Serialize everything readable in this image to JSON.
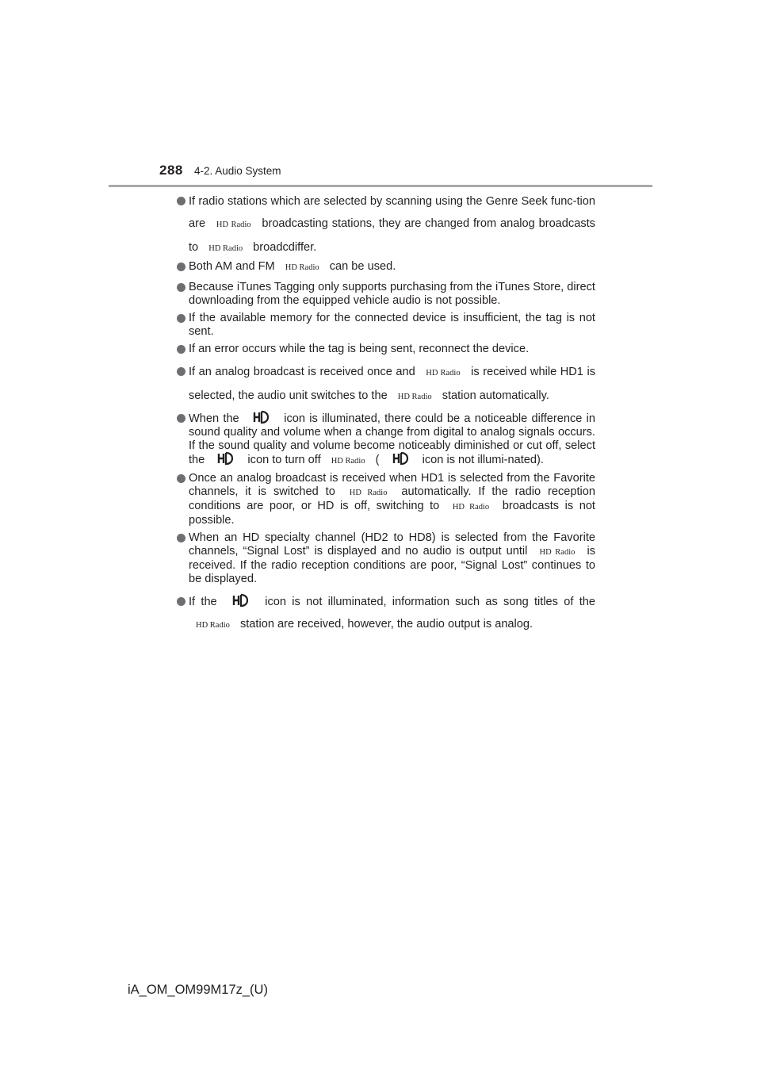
{
  "header": {
    "page_number": "288",
    "section": "4-2. Audio System"
  },
  "hd_radio": "HD Radio",
  "bullets": [
    {
      "t1": "If radio stations which are selected by scanning using the Genre Seek func-tion are",
      "t2": "broadcasting stations, they are changed from analog broadcasts to",
      "t3": "broadcdiffer."
    },
    {
      "t1": "Both AM and FM",
      "t2": "can be used."
    },
    {
      "t1": "Because iTunes Tagging only supports purchasing from the iTunes Store, direct downloading from the equipped vehicle audio is not possible."
    },
    {
      "t1": "If the available memory for the connected device is insufficient, the tag is not sent."
    },
    {
      "t1": "If an error occurs while the tag is being sent, reconnect the device."
    },
    {
      "t1": "If an analog broadcast is received once and",
      "t2": "is received while HD1 is selected, the audio unit switches to the",
      "t3": "station automatically."
    },
    {
      "t1": "When the",
      "t2": "icon is illuminated, there could be a noticeable difference in sound quality and volume when a change from digital to analog signals occurs. If the sound quality and volume become noticeably diminished or cut off, select the",
      "t3": "icon to turn off",
      "t4": "(",
      "t5": "icon is not illumi-nated)."
    },
    {
      "t1": "Once an analog broadcast is received when HD1 is selected from the Favorite channels, it is switched to",
      "t2": "automatically. If the radio reception conditions are poor, or HD is off, switching to",
      "t3": "broadcasts is not possible."
    },
    {
      "t1": "When an HD specialty channel (HD2 to HD8) is selected from the Favorite channels, “Signal Lost” is displayed and no audio is output until",
      "t2": "is received. If the radio reception conditions are poor, “Signal Lost” continues to be displayed."
    },
    {
      "t1": "If the",
      "t2": "icon is not illuminated, information such as song titles of the",
      "t3": "station are received, however, the audio output is analog."
    }
  ],
  "footer": "iA_OM_OM99M17z_(U)"
}
